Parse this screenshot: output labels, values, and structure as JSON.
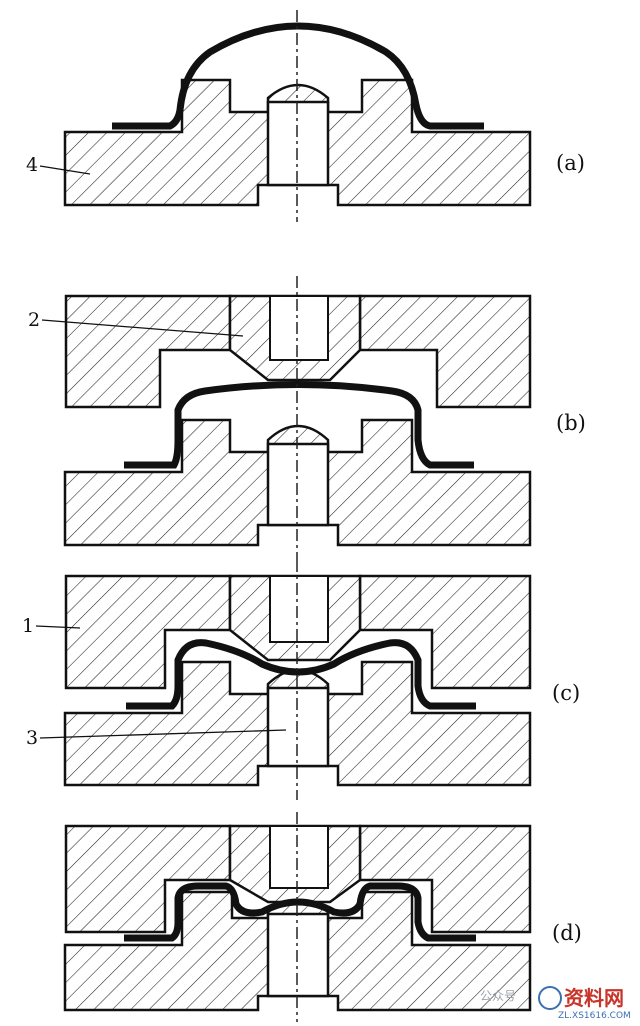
{
  "stages": [
    {
      "label": "(a)"
    },
    {
      "label": "(b)"
    },
    {
      "label": "(c)"
    },
    {
      "label": "(d)"
    }
  ],
  "parts": [
    {
      "number": "1"
    },
    {
      "number": "2"
    },
    {
      "number": "3"
    },
    {
      "number": "4"
    }
  ],
  "watermark": {
    "text": "资料网",
    "url": "ZL.XS1616.COM",
    "caption": "公众号"
  }
}
